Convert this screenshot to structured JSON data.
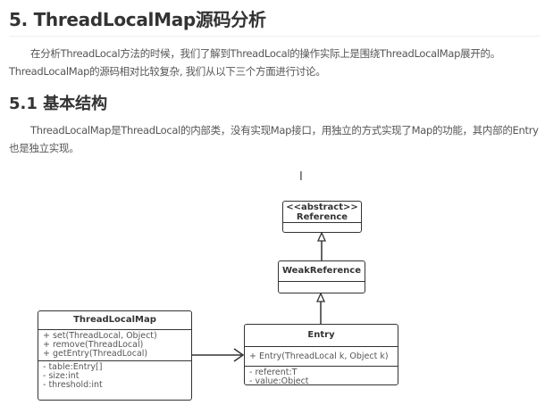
{
  "heading": "5. ThreadLocalMap源码分析",
  "intro": "在分析ThreadLocal方法的时候，我们了解到ThreadLocal的操作实际上是围绕ThreadLocalMap展开的。ThreadLocalMap的源码相对比较复杂, 我们从以下三个方面进行讨论。",
  "subheading": "5.1 基本结构",
  "body": "ThreadLocalMap是ThreadLocal的内部类，没有实现Map接口，用独立的方式实现了Map的功能，其内部的Entry也是独立实现。",
  "diagram": {
    "reference": {
      "stereotype": "<<abstract>>",
      "name": "Reference"
    },
    "weakreference": {
      "name": "WeakReference"
    },
    "threadlocalmap": {
      "name": "ThreadLocalMap",
      "methods": [
        "+ set(ThreadLocal, Object)",
        "+ remove(ThreadLocal)",
        "+ getEntry(ThreadLocal)"
      ],
      "fields": [
        "- table:Entry[]",
        "- size:int",
        "- threshold:int"
      ]
    },
    "entry": {
      "name": "Entry",
      "methods": [
        "+ Entry(ThreadLocal k, Object k)"
      ],
      "fields": [
        "- referent:T",
        "- value:Object"
      ]
    }
  }
}
